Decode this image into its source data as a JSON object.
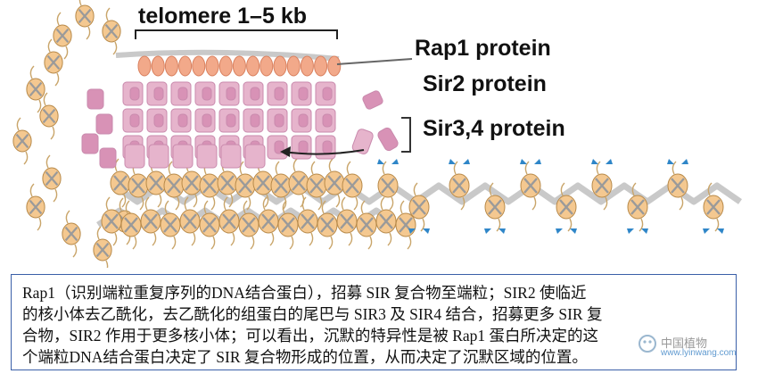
{
  "labels": {
    "telomere": "telomere 1–5 kb",
    "rap1": "Rap1 protein",
    "sir2": "Sir2 protein",
    "sir34": "Sir3,4 protein"
  },
  "caption": {
    "lines": [
      "Rap1（识别端粒重复序列的DNA结合蛋白），招募 SIR 复合物至端粒；SIR2 使临近",
      "的核小体去乙酰化，去乙酰化的组蛋白的尾巴与 SIR3 及 SIR4 结合，招募更多 SIR 复",
      "合物，SIR2 作用于更多核小体；可以看出，沉默的特异性是被 Rap1 蛋白所决定的这",
      "个端粒DNA结合蛋白决定了 SIR 复合物形成的位置，从而决定了沉默区域的位置。"
    ]
  },
  "watermark": {
    "cn": "中国植物",
    "url": "www.lyinwang.com"
  },
  "colors": {
    "rap1": "#f2a98a",
    "sir": "#e6b4cc",
    "sir_dark": "#d892b6",
    "nucleosome": "#f4c890",
    "dna": "#c9c9c9",
    "acetyl": "#2f86c8",
    "caption_border": "#3a5fa8"
  }
}
